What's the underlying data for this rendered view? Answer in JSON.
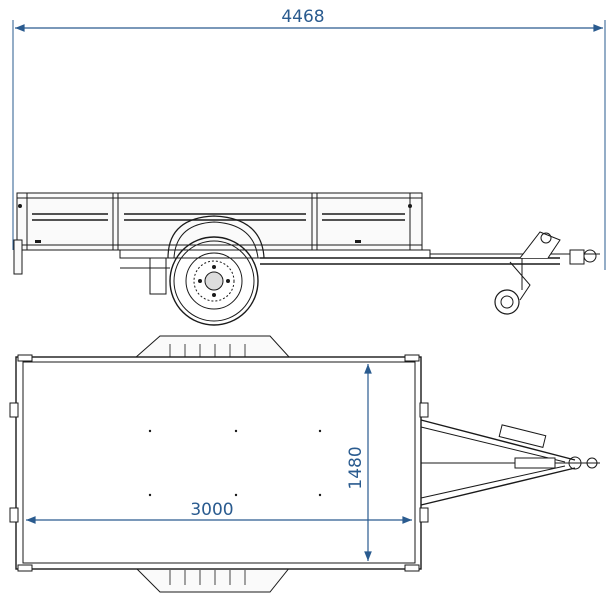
{
  "drawing": {
    "overall_length": "4468",
    "bed_length": "3000",
    "bed_width": "1480"
  },
  "colors": {
    "dimension": "#2a5b8f",
    "line": "#1a1a1a",
    "background": "#ffffff"
  }
}
